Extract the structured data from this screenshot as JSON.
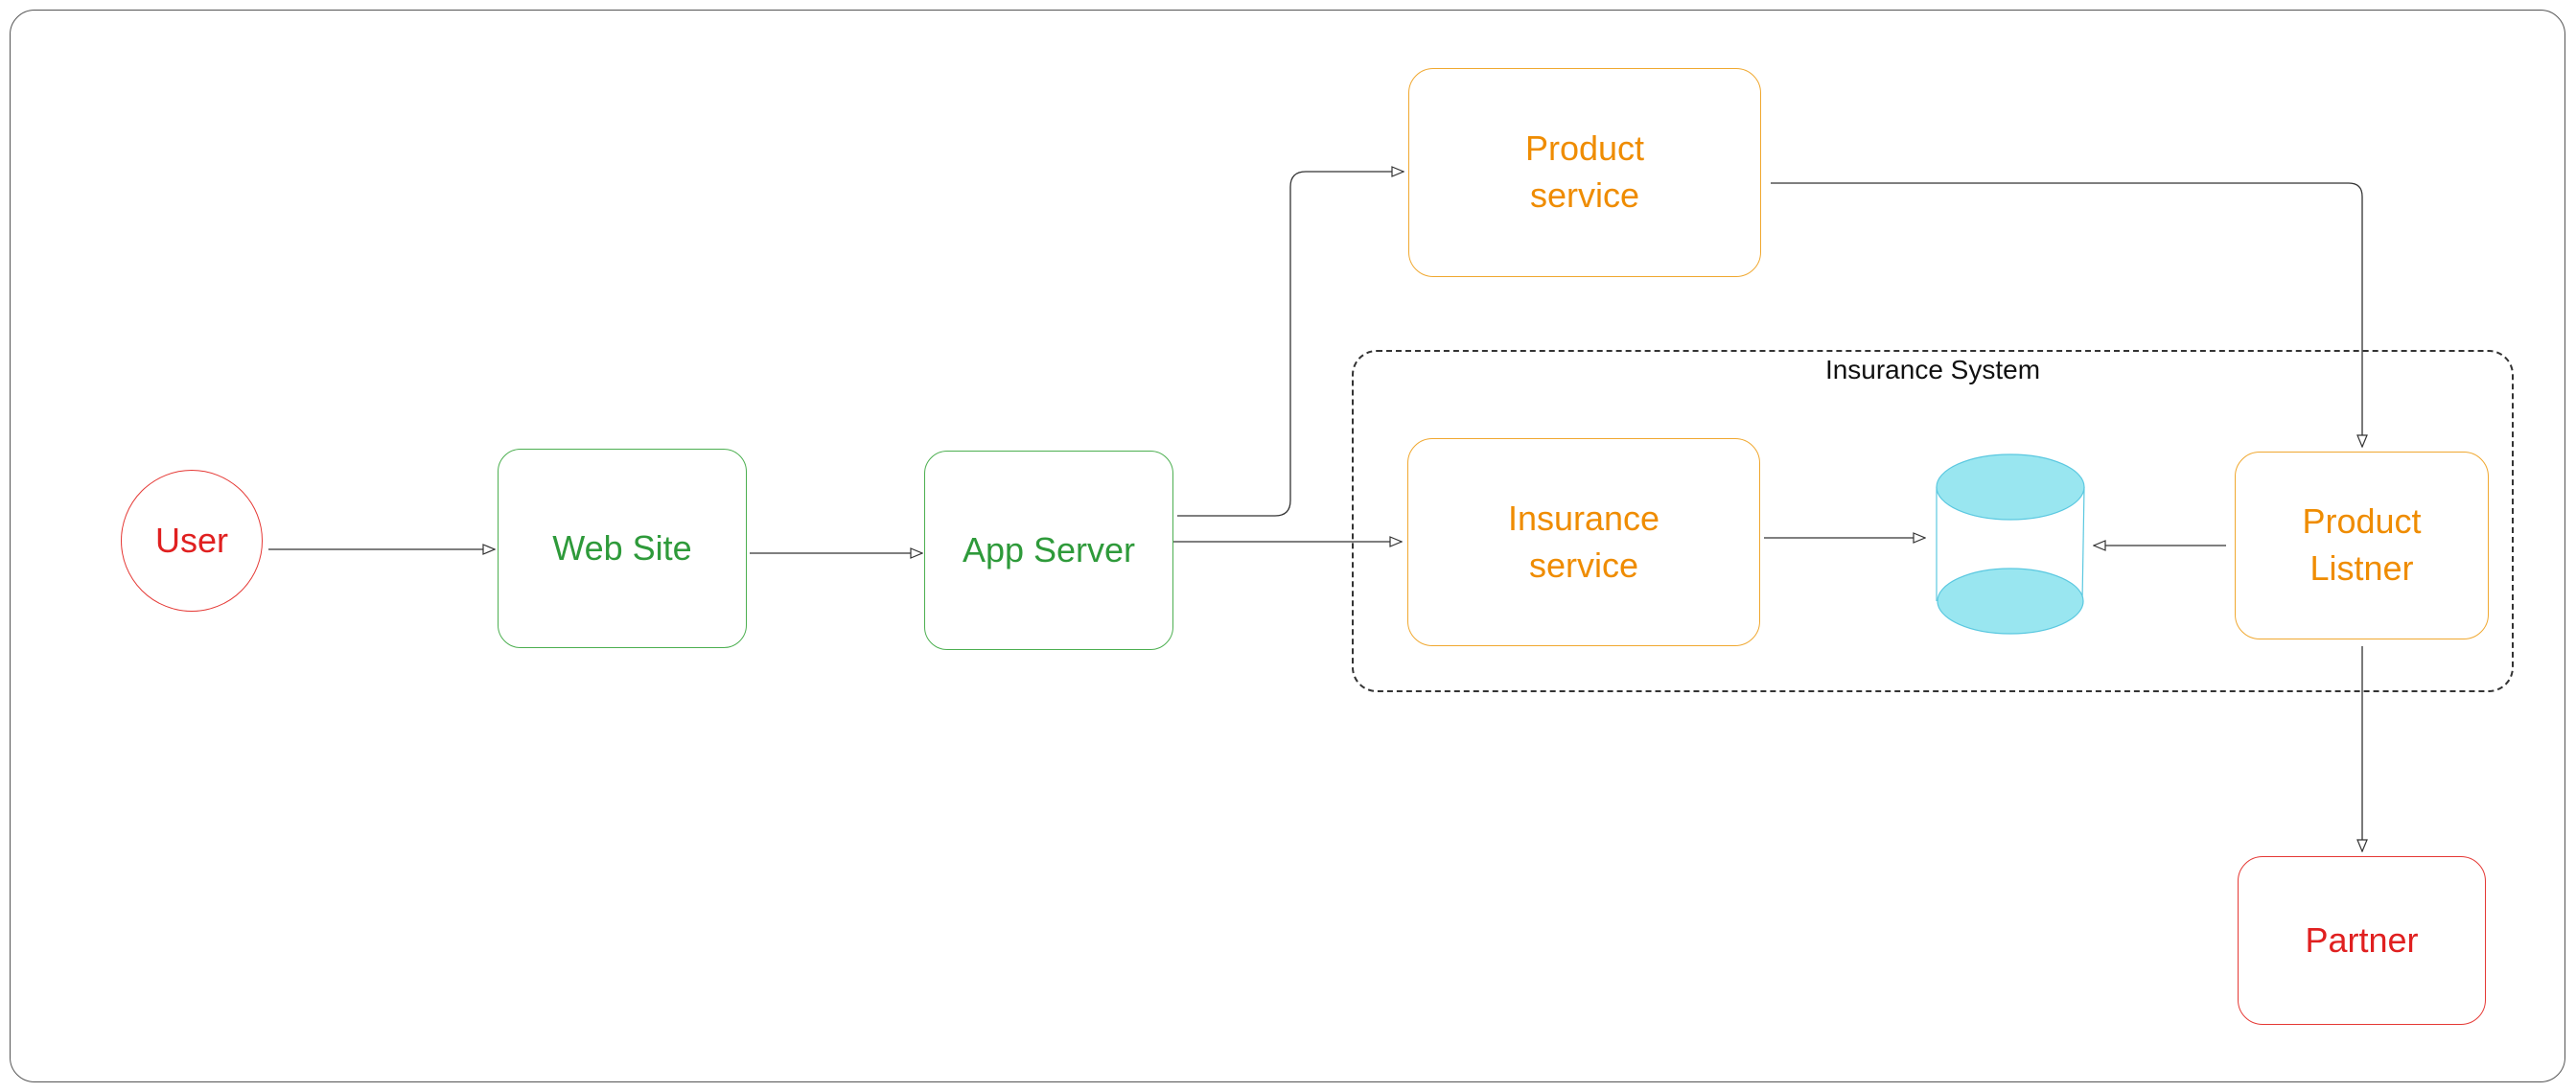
{
  "diagram": {
    "nodes": {
      "user": "User",
      "website": "Web Site",
      "app_server": "App Server",
      "product_service": "Product\nservice",
      "insurance_service": "Insurance\nservice",
      "product_listener": "Product\nListner",
      "partner": "Partner"
    },
    "group_label": "Insurance System",
    "colors": {
      "green": "#2e9a3a",
      "orange": "#ef8c00",
      "red": "#e02020",
      "database": "#99e6f0"
    },
    "edges": [
      {
        "from": "User",
        "to": "Web Site"
      },
      {
        "from": "Web Site",
        "to": "App Server"
      },
      {
        "from": "App Server",
        "to": "Product service"
      },
      {
        "from": "App Server",
        "to": "Insurance service"
      },
      {
        "from": "Insurance service",
        "to": "Database"
      },
      {
        "from": "Product Listner",
        "to": "Database"
      },
      {
        "from": "Product service",
        "to": "Product Listner"
      },
      {
        "from": "Product Listner",
        "to": "Partner"
      }
    ]
  }
}
